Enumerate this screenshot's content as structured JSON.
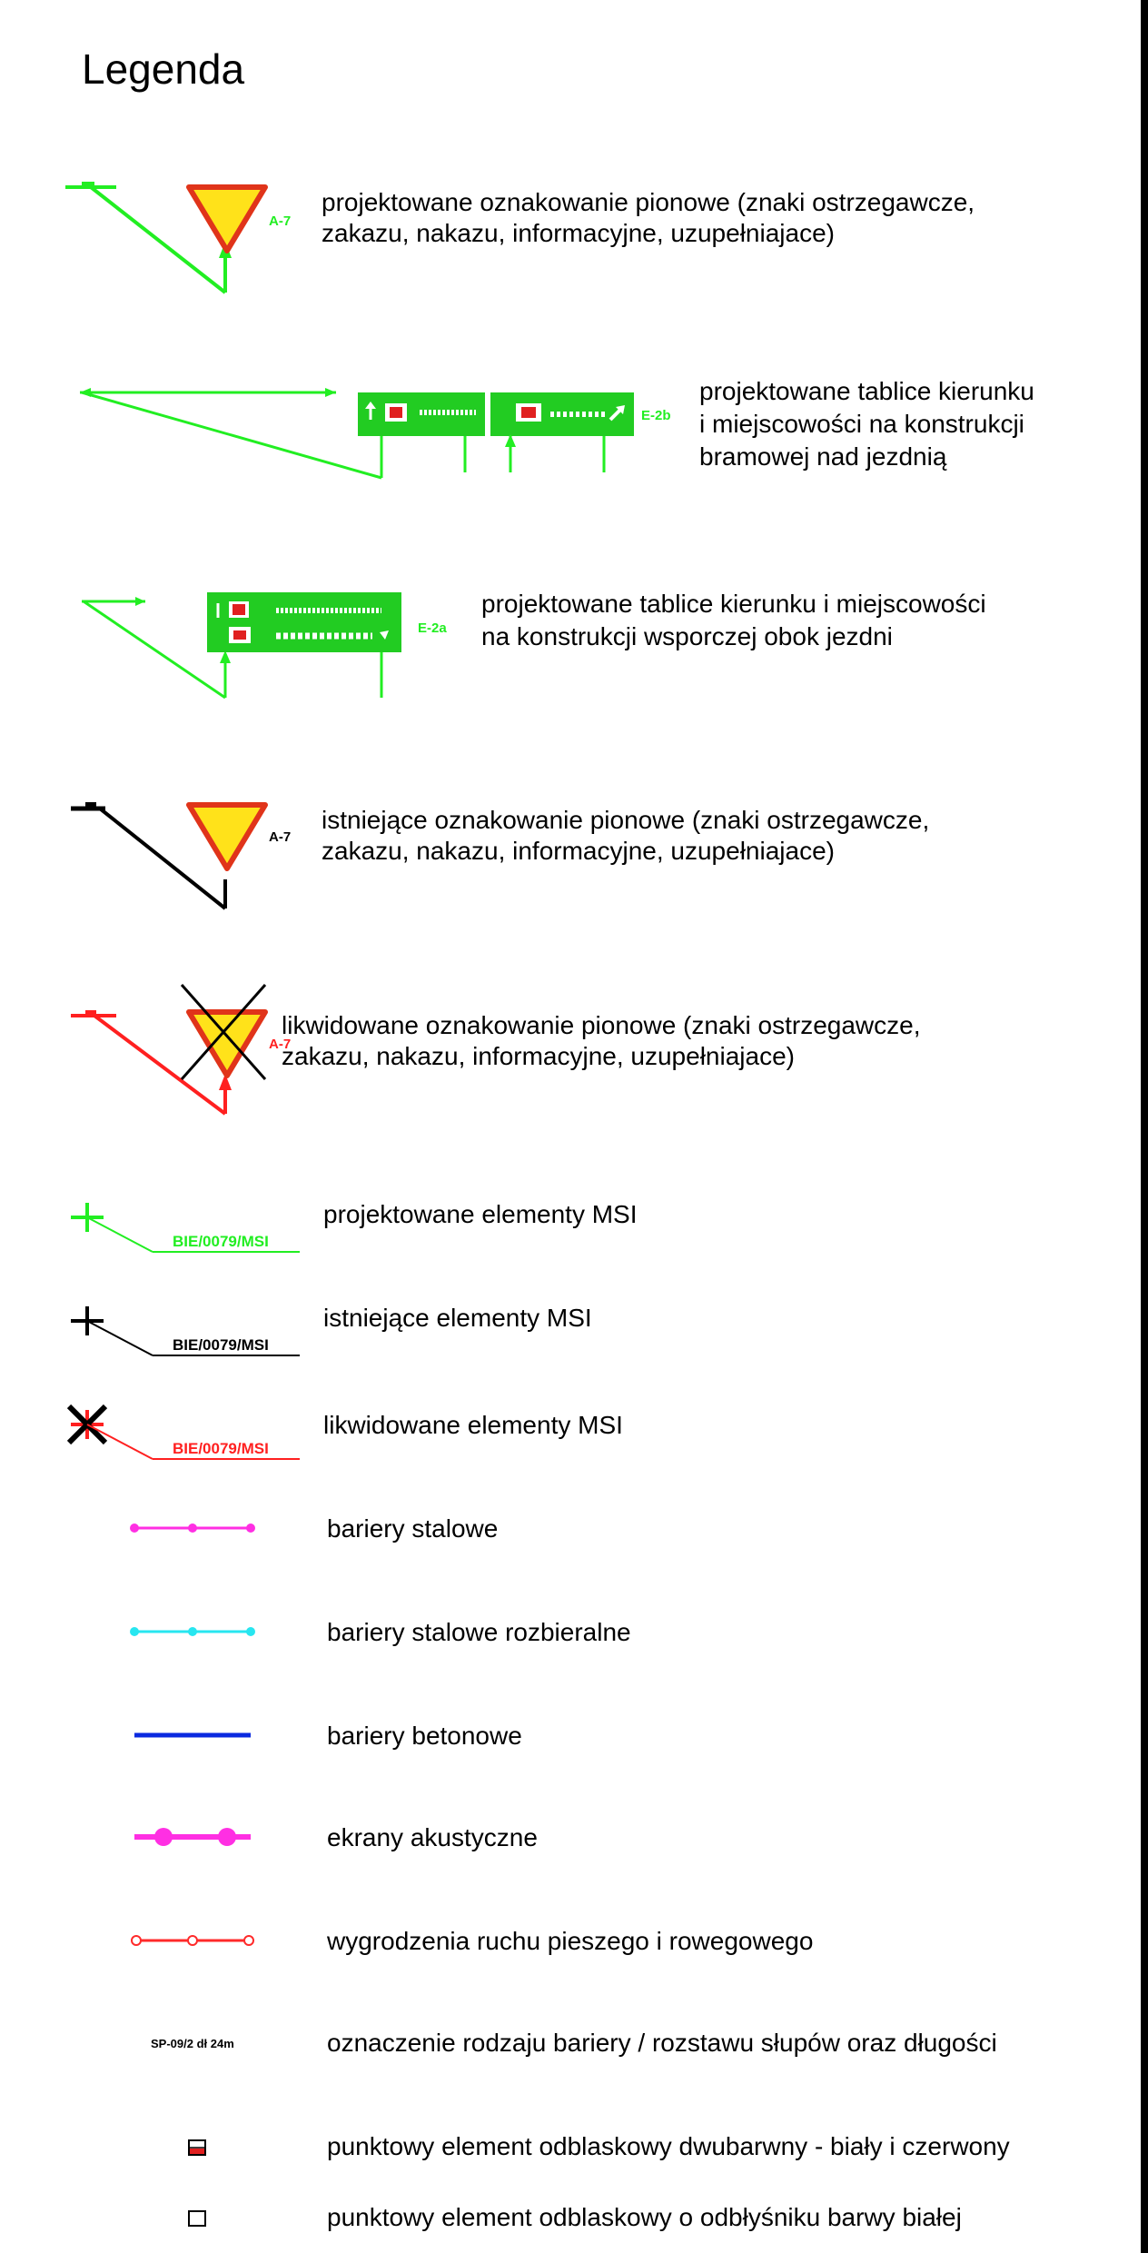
{
  "title": "Legenda",
  "colors": {
    "projected": "#22ee22",
    "existing": "#000000",
    "removed": "#ff2020",
    "sign_fill": "#ffe21a",
    "sign_border": "#e0341a",
    "panel_green": "#22cc22",
    "magenta": "#ff2fe3",
    "cyan": "#27e6f0",
    "blue": "#0a2ae0",
    "red_barrier": "#ff2a2a"
  },
  "items": [
    {
      "symbol": "projected-sign-marker",
      "sign_code": "A-7",
      "lines": [
        "projektowane oznakowanie pionowe (znaki ostrzegawcze,",
        "zakazu, nakazu, informacyjne, uzupełniajace)"
      ]
    },
    {
      "symbol": "gantry-direction-boards",
      "sign_code": "E-2b",
      "lines": [
        "projektowane tablice kierunku",
        "i miejscowości na konstrukcji",
        "bramowej nad jezdnią"
      ]
    },
    {
      "symbol": "roadside-direction-boards",
      "sign_code": "E-2a",
      "lines": [
        "projektowane tablice kierunku i miejscowości",
        "na konstrukcji wsporczej obok jezdni"
      ]
    },
    {
      "symbol": "existing-sign-marker",
      "sign_code": "A-7",
      "lines": [
        "istniejące oznakowanie pionowe (znaki ostrzegawcze,",
        "zakazu, nakazu, informacyjne, uzupełniajace)"
      ]
    },
    {
      "symbol": "removed-sign-marker",
      "sign_code": "A-7",
      "lines": [
        "likwidowane oznakowanie pionowe (znaki ostrzegawcze,",
        "zakazu, nakazu, informacyjne, uzupełniajace)"
      ]
    },
    {
      "symbol": "projected-msi",
      "code": "BIE/0079/MSI",
      "lines": [
        "projektowane elementy MSI"
      ]
    },
    {
      "symbol": "existing-msi",
      "code": "BIE/0079/MSI",
      "lines": [
        "istniejące elementy MSI"
      ]
    },
    {
      "symbol": "removed-msi",
      "code": "BIE/0079/MSI",
      "lines": [
        "likwidowane elementy MSI"
      ]
    },
    {
      "symbol": "steel-barrier-line",
      "lines": [
        "bariery stalowe"
      ]
    },
    {
      "symbol": "removable-steel-barrier-line",
      "lines": [
        "bariery stalowe rozbieralne"
      ]
    },
    {
      "symbol": "concrete-barrier-line",
      "lines": [
        "bariery betonowe"
      ]
    },
    {
      "symbol": "acoustic-screen-line",
      "lines": [
        "ekrany akustyczne"
      ]
    },
    {
      "symbol": "pedestrian-fence-line",
      "lines": [
        "wygrodzenia ruchu pieszego i rowegowego"
      ]
    },
    {
      "symbol": "barrier-type-code",
      "code": "SP-09/2 dł 24m",
      "lines": [
        "oznaczenie rodzaju bariery / rozstawu słupów oraz długości"
      ]
    },
    {
      "symbol": "bicolor-reflector",
      "lines": [
        "punktowy  element odblaskowy dwubarwny - biały i czerwony"
      ]
    },
    {
      "symbol": "white-reflector",
      "lines": [
        "punktowy  element odblaskowy o odbłyśniku barwy białej"
      ]
    }
  ]
}
